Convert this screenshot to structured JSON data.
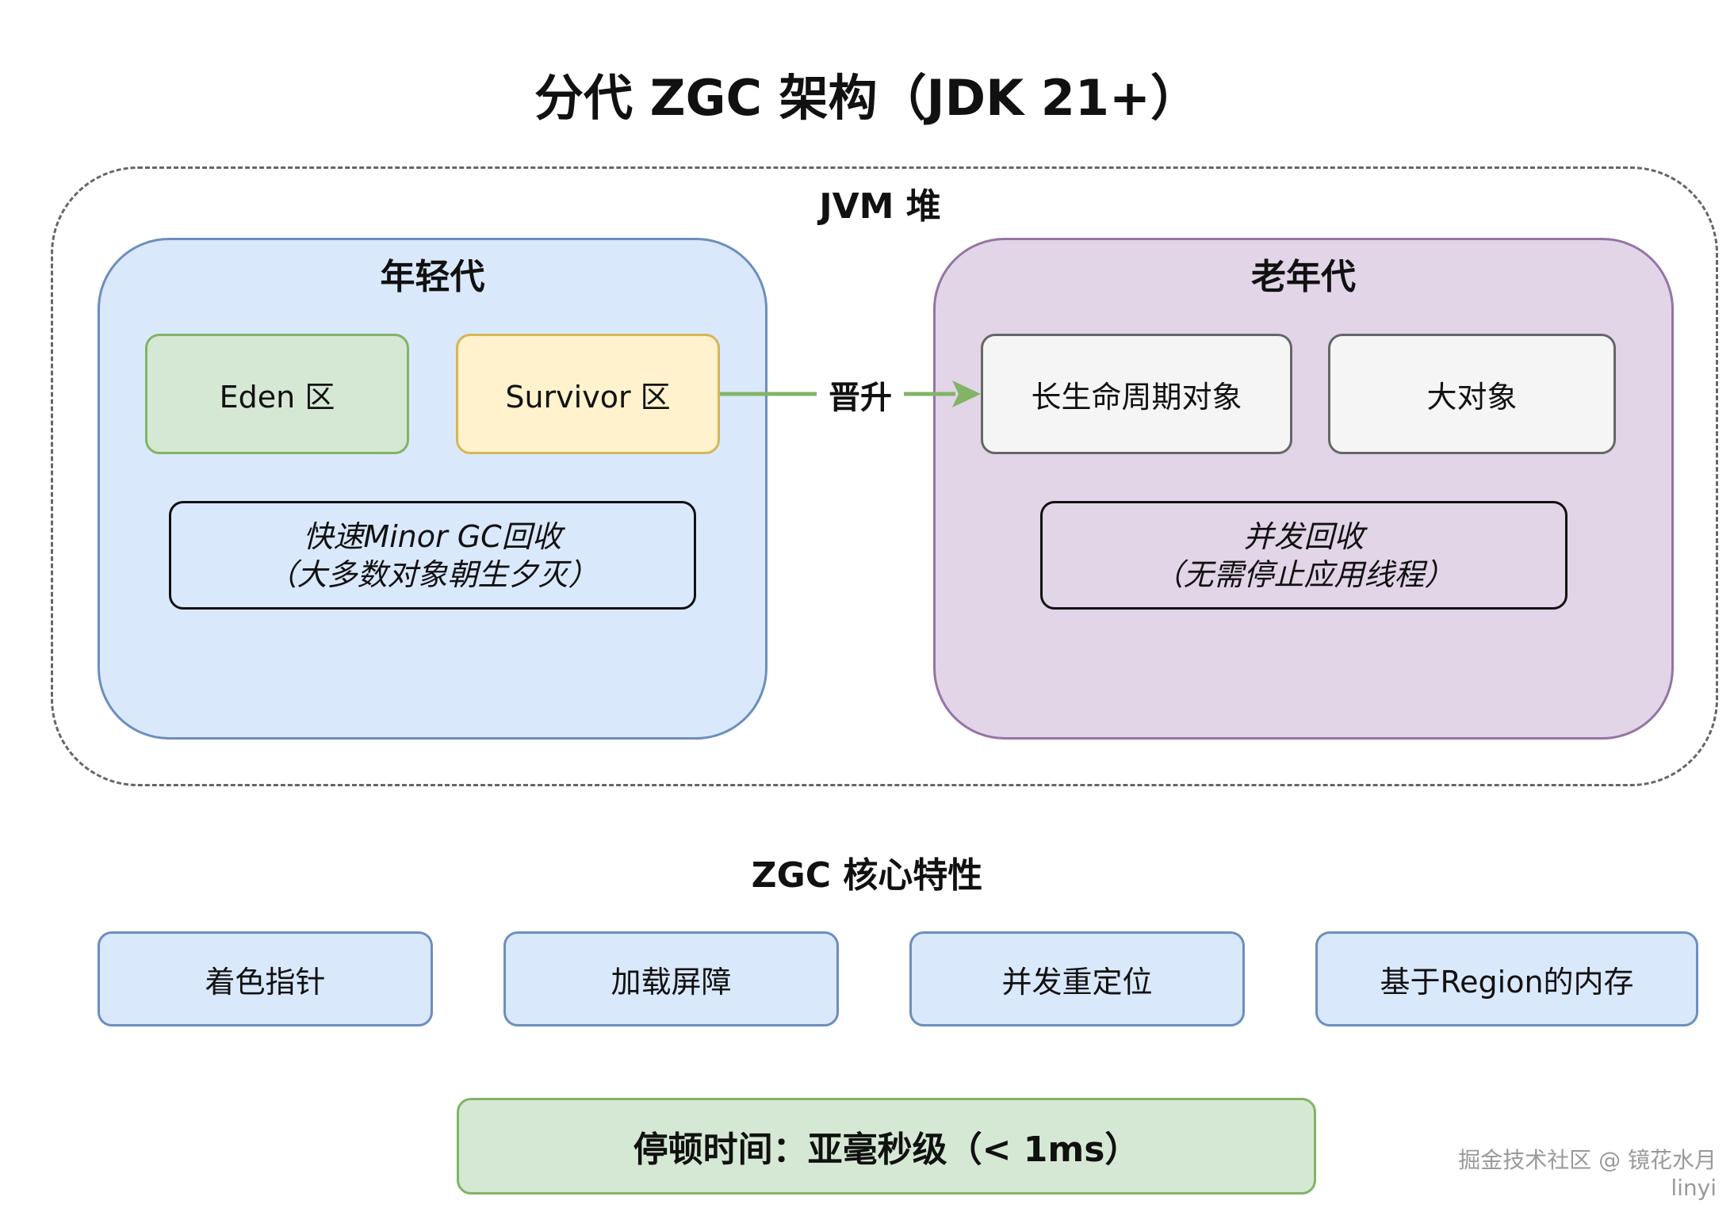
{
  "title": "分代 ZGC 架构（JDK 21+）",
  "heap": {
    "label": "JVM 堆",
    "young": {
      "label": "年轻代",
      "eden": "Eden 区",
      "survivor": "Survivor 区",
      "note_line1": "快速Minor GC回收",
      "note_line2": "（大多数对象朝生夕灭）"
    },
    "old": {
      "label": "老年代",
      "long_lived": "长生命周期对象",
      "large_objects": "大对象",
      "note_line1": "并发回收",
      "note_line2": "（无需停止应用线程）"
    },
    "promotion_label": "晋升"
  },
  "features": {
    "title": "ZGC 核心特性",
    "items": [
      "着色指针",
      "加载屏障",
      "并发重定位",
      "基于Region的内存"
    ]
  },
  "pause": "停顿时间：亚毫秒级（< 1ms）",
  "watermark": "掘金技术社区 @ 镜花水月linyi",
  "colors": {
    "young_fill": "#dae8fc",
    "young_stroke": "#6c8ebf",
    "old_fill": "#e1d5e7",
    "old_stroke": "#9673a6",
    "eden_fill": "#d5e8d4",
    "survivor_fill": "#fff2cc",
    "arrow": "#82b366"
  }
}
